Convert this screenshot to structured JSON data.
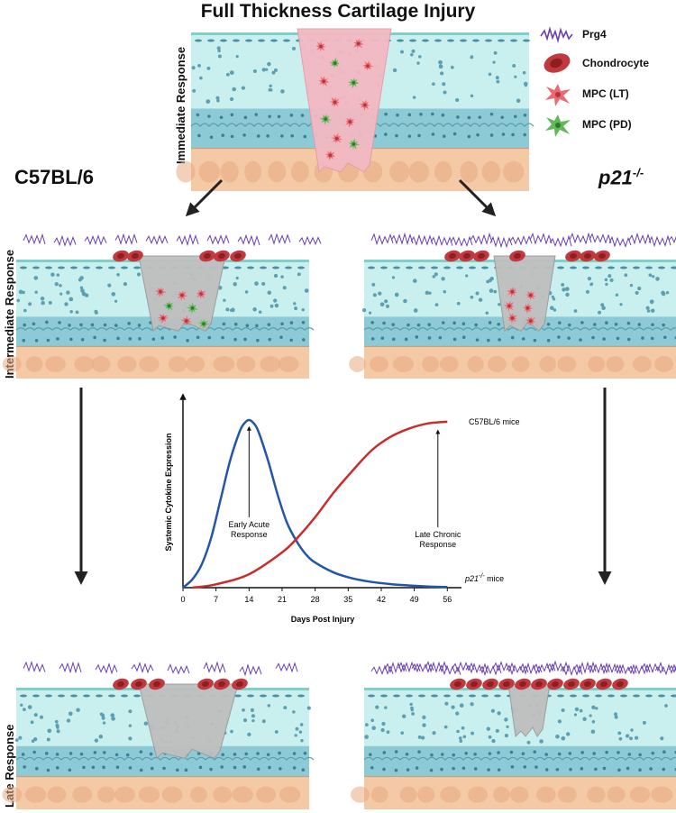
{
  "title": "Full Thickness Cartilage Injury",
  "strains": {
    "left": "C57BL/6",
    "right_base": "p21",
    "right_sup": "-/-"
  },
  "stages": {
    "immediate": "Immediate Response",
    "intermediate": "Intermediate Response",
    "late": "Late Response"
  },
  "legend": [
    {
      "label": "Prg4",
      "icon": "prg4-icon"
    },
    {
      "label": "Chondrocyte",
      "icon": "chondrocyte-icon"
    },
    {
      "label": "MPC (LT)",
      "icon": "mpc-lt-icon"
    },
    {
      "label": "MPC (PD)",
      "icon": "mpc-pd-icon"
    }
  ],
  "colors": {
    "cartilage": "#c9f0ef",
    "deep": "#8ccbd6",
    "bone": "#f4c9a6",
    "lesion_fresh": "#f3b9c2",
    "lesion_gray": "#bfbfbf",
    "chondrocyte": "#c0393f",
    "mpc_lt": "#ea6a74",
    "mpc_pd": "#62b85a",
    "prg4": "#6a3fb0",
    "line_c57": "#cc2b2b",
    "line_p21": "#2456a8"
  },
  "chart_data": {
    "type": "line",
    "xlabel": "Days Post Injury",
    "ylabel": "Systemic Cytokine Expression",
    "x_ticks": [
      0,
      7,
      14,
      21,
      28,
      35,
      42,
      49,
      56
    ],
    "xlim": [
      0,
      59
    ],
    "ylim": [
      0,
      1
    ],
    "series": [
      {
        "name_base": "p21",
        "name_sup": "-/-",
        "name_tail": " mice",
        "color": "#2456a8",
        "x": [
          0,
          2,
          4,
          6,
          8,
          10,
          12,
          13,
          14,
          15,
          16,
          18,
          20,
          22,
          24,
          26,
          28,
          32,
          36,
          40,
          44,
          48,
          52,
          56
        ],
        "y": [
          0,
          0.05,
          0.14,
          0.3,
          0.53,
          0.76,
          0.93,
          0.98,
          1.0,
          0.98,
          0.93,
          0.76,
          0.56,
          0.39,
          0.28,
          0.2,
          0.15,
          0.09,
          0.055,
          0.034,
          0.021,
          0.013,
          0.007,
          0.004
        ]
      },
      {
        "name": "C57BL/6 mice",
        "color": "#cc2b2b",
        "x": [
          2,
          7,
          14,
          21,
          24,
          28,
          32,
          36,
          40,
          44,
          48,
          52,
          56
        ],
        "y": [
          0,
          0.02,
          0.08,
          0.21,
          0.29,
          0.42,
          0.57,
          0.7,
          0.82,
          0.9,
          0.95,
          0.98,
          0.99
        ]
      }
    ],
    "annotations": [
      {
        "line1": "Early Acute",
        "line2": "Response",
        "x": 14
      },
      {
        "line1": "Late Chronic",
        "line2": "Response",
        "x": 54
      }
    ]
  }
}
